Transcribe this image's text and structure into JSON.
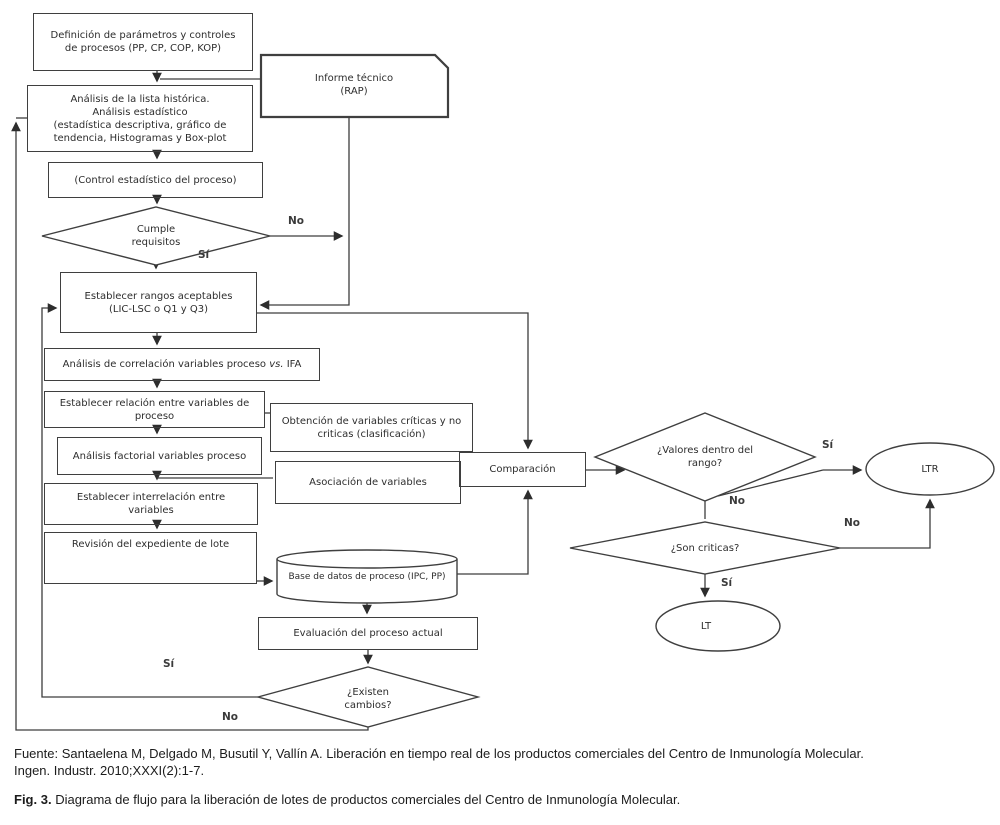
{
  "figure": {
    "nodes": {
      "definicion": {
        "line1": "Definición de parámetros y controles",
        "line2": "de procesos (PP, CP, COP, KOP)"
      },
      "informe": {
        "line1": "Informe técnico",
        "line2": "(RAP)"
      },
      "historica": {
        "line1": "Análisis de la lista histórica.",
        "line2": "Análisis estadístico",
        "line3": "(estadística descriptiva, gráfico de",
        "line4": "tendencia, Histogramas y Box-plot"
      },
      "control": {
        "label": "(Control estadístico del proceso)"
      },
      "cumple": {
        "line1": "Cumple",
        "line2": "requisitos"
      },
      "rangos": {
        "line1": "Establecer rangos aceptables",
        "line2": "(LIC-LSC o Q1 y Q3)"
      },
      "correlacion": {
        "pre": "Análisis de correlación variables proceso",
        "vs": " vs.",
        "post": " IFA"
      },
      "relacion": {
        "line1": "Establecer relación entre variables de",
        "line2": "proceso"
      },
      "obtencion": {
        "line1": "Obtención de variables críticas y no",
        "line2": "criticas (clasificación)"
      },
      "factorial": {
        "label": "Análisis factorial variables proceso"
      },
      "asociacion": {
        "label": "Asociación de variables"
      },
      "interrelacion": {
        "line1": "Establecer interrelación entre",
        "line2": "variables"
      },
      "revision": {
        "label": "Revisión del expediente de lote"
      },
      "base_datos": {
        "label": "Base de datos de proceso (IPC, PP)"
      },
      "comparacion": {
        "label": "Comparación"
      },
      "evaluacion": {
        "label": "Evaluación del proceso actual"
      },
      "existen": {
        "line1": "¿Existen",
        "line2": "cambios?"
      },
      "valores": {
        "line1": "¿Valores dentro del",
        "line2": "rango?"
      },
      "criticas": {
        "label": "¿Son criticas?"
      },
      "ltr": {
        "label": "LTR"
      },
      "lt": {
        "label": "LT"
      }
    },
    "edge_labels": {
      "cumple_no": "No",
      "cumple_si": "Sí",
      "valores_si": "Sí",
      "valores_no": "No",
      "criticas_no": "No",
      "criticas_si": "Sí",
      "existen_si": "Sí",
      "existen_no": "No"
    },
    "caption": {
      "fuente_line1": "Fuente: Santaelena M, Delgado M,  Busutil Y, Vallín A. Liberación en tiempo real de los productos comerciales del Centro de Inmunología Molecular.",
      "fuente_line2": "Ingen. Industr. 2010;XXXI(2):1-7.",
      "fig_label": "Fig. 3.",
      "fig_text": "Diagrama de flujo para la liberación de lotes de productos comerciales del Centro de Inmunología Molecular."
    },
    "colors": {
      "line": "#3d3d3d",
      "text": "#2d2d2d"
    }
  }
}
